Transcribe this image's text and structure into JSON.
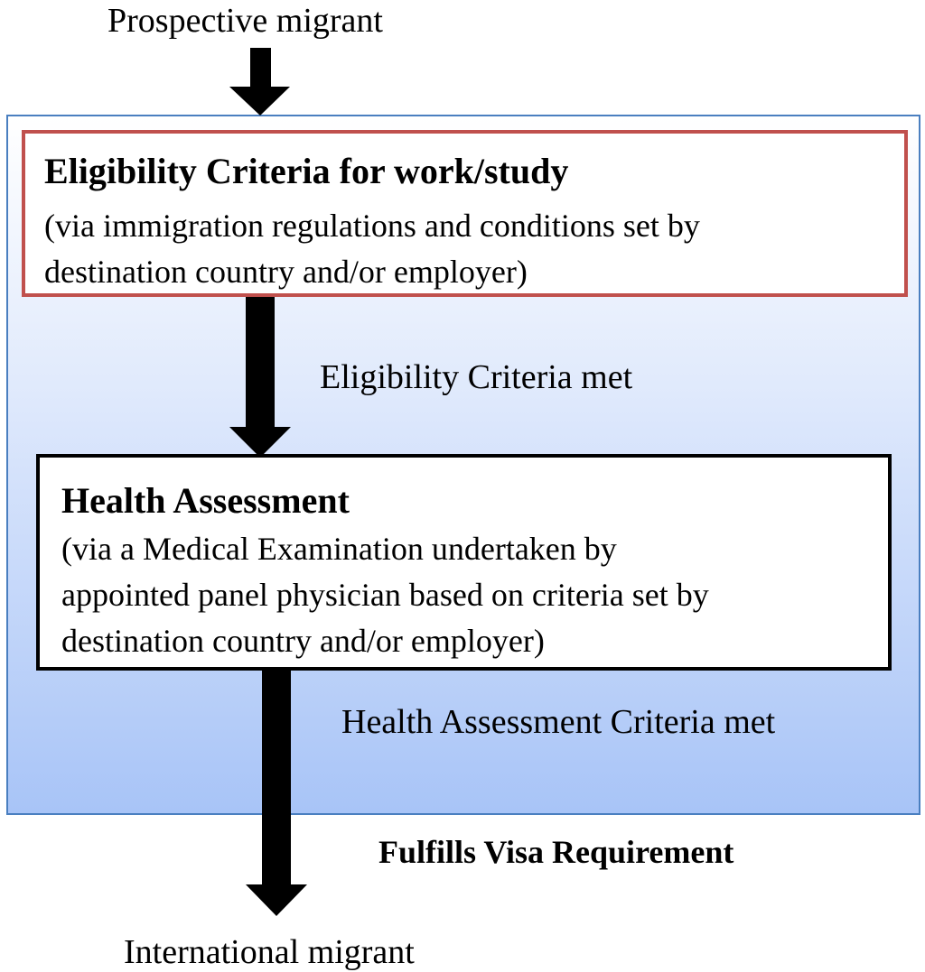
{
  "start_label": "Prospective migrant",
  "end_label": "International migrant",
  "boxes": {
    "eligibility": {
      "title": "Eligibility Criteria for work/study",
      "desc_lines": [
        "(via immigration regulations and conditions set by",
        "destination country and/or employer)"
      ]
    },
    "health": {
      "title": "Health Assessment",
      "desc_lines": [
        "(via a Medical Examination undertaken by",
        "appointed panel physician based on criteria set by",
        "destination country and/or employer)"
      ]
    }
  },
  "edge_labels": {
    "eligibility_met": "Eligibility Criteria met",
    "health_met": "Health Assessment Criteria met",
    "visa": "Fulfills Visa Requirement"
  },
  "colors": {
    "eligibility_border": "#c0504d",
    "health_border": "#000000",
    "panel_border": "#4a7fc0",
    "panel_gradient_top": "#ffffff",
    "panel_gradient_bottom": "#a8c4f7",
    "arrow": "#000000"
  }
}
